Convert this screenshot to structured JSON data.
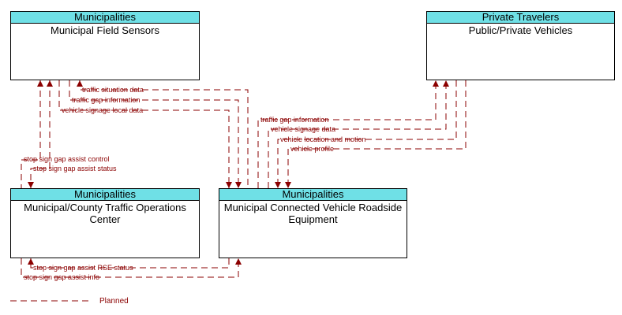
{
  "boxes": {
    "field_sensors": {
      "category": "Municipalities",
      "name": "Municipal Field Sensors"
    },
    "private_vehicles": {
      "category": "Private Travelers",
      "name": "Public/Private Vehicles"
    },
    "toc": {
      "category": "Municipalities",
      "name": "Municipal/County Traffic Operations Center"
    },
    "rse": {
      "category": "Municipalities",
      "name": "Municipal Connected Vehicle Roadside Equipment"
    }
  },
  "flows": {
    "traffic_situation_data": "traffic situation data",
    "traffic_gap_information_sensors": "traffic gap information",
    "vehicle_signage_local_data": "vehicle signage local data",
    "traffic_gap_information_vehicles": "traffic gap information",
    "vehicle_signage_data": "vehicle signage data",
    "vehicle_location_and_motion": "vehicle location and motion",
    "vehicle_profile": "vehicle profile",
    "stop_sign_gap_assist_control": "stop sign gap assist control",
    "stop_sign_gap_assist_status": "stop sign gap assist status",
    "stop_sign_gap_assist_rse_status": "stop sign gap assist RSE status",
    "stop_sign_gap_assist_info": "stop sign gap assist info"
  },
  "legend": {
    "planned": "Planned"
  },
  "colors": {
    "header": "#6fe0e6",
    "flow": "#8b0000"
  }
}
